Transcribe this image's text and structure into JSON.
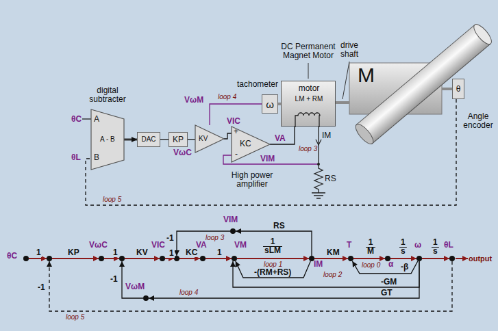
{
  "diagram": {
    "nodes": [
      {
        "text": [
          "digital subtracter",
          "A",
          "B",
          "A - B"
        ]
      },
      {
        "text": [
          "DAC"
        ]
      },
      {
        "text": [
          "KP"
        ]
      },
      {
        "text": [
          "KV"
        ]
      },
      {
        "text": [
          "KC",
          "+",
          "-"
        ]
      },
      {
        "text": [
          "tachometer",
          "ω"
        ]
      },
      {
        "text": [
          "motor",
          "LM + RM"
        ]
      },
      {
        "text": [
          "M"
        ]
      },
      {
        "text": [
          "θ",
          "Angle encoder"
        ]
      },
      {
        "text": [
          "θC"
        ]
      },
      {
        "text": []
      },
      {
        "text": [
          "VωC"
        ]
      },
      {
        "text": []
      },
      {
        "text": [
          "VIC"
        ]
      },
      {
        "text": []
      },
      {
        "text": [
          "VA"
        ]
      },
      {
        "text": [
          "VM"
        ]
      },
      {
        "text": [
          "IM"
        ]
      },
      {
        "text": [
          "T"
        ]
      },
      {
        "text": [
          "α"
        ]
      },
      {
        "text": [
          "ω"
        ]
      },
      {
        "text": [
          "θL"
        ]
      },
      {
        "text": [
          "VIM"
        ]
      },
      {
        "text": [
          "VωM"
        ]
      }
    ],
    "edges": [
      {
        "from": 0,
        "to": 1,
        "arrow": "to"
      },
      {
        "from": 1,
        "to": 2,
        "arrow": "none"
      },
      {
        "from": 2,
        "to": 3,
        "arrow": "none",
        "label": "VωC"
      },
      {
        "from": 3,
        "to": 4,
        "arrow": "none",
        "label": "VIC"
      },
      {
        "from": 4,
        "to": 6,
        "arrow": "none",
        "label": "VA"
      },
      {
        "from": 5,
        "to": 3,
        "arrow": "none",
        "label": "VωM"
      },
      {
        "from": 5,
        "to": 6,
        "arrow": "none"
      },
      {
        "from": 6,
        "to": 7,
        "arrow": "none"
      },
      {
        "from": 7,
        "to": 8,
        "arrow": "none"
      },
      {
        "from": 8,
        "to": 0,
        "arrow": "none"
      },
      {
        "from": 9,
        "to": 10,
        "arrow": "to",
        "label": "1"
      },
      {
        "from": 10,
        "to": 11,
        "arrow": "to",
        "label": "KP"
      },
      {
        "from": 11,
        "to": 12,
        "arrow": "to",
        "label": "1"
      },
      {
        "from": 12,
        "to": 13,
        "arrow": "to",
        "label": "KV"
      },
      {
        "from": 13,
        "to": 14,
        "arrow": "to",
        "label": "1"
      },
      {
        "from": 14,
        "to": 15,
        "arrow": "to",
        "label": "KC"
      },
      {
        "from": 15,
        "to": 16,
        "arrow": "to",
        "label": "1"
      },
      {
        "from": 16,
        "to": 17,
        "arrow": "to",
        "label": "1 sLM"
      },
      {
        "from": 17,
        "to": 18,
        "arrow": "to",
        "label": "KM"
      },
      {
        "from": 18,
        "to": 19,
        "arrow": "to",
        "label": "1 M"
      },
      {
        "from": 19,
        "to": 20,
        "arrow": "to",
        "label": "1 s"
      },
      {
        "from": 20,
        "to": 21,
        "arrow": "to",
        "label": "1 s"
      },
      {
        "from": 17,
        "to": 16,
        "arrow": "to",
        "label": "-(RM+RS)"
      },
      {
        "from": 20,
        "to": 18,
        "arrow": "to",
        "label": "-β"
      },
      {
        "from": 20,
        "to": 16,
        "arrow": "to",
        "label": "-GM"
      },
      {
        "from": 20,
        "to": 23,
        "arrow": "to",
        "label": "GT"
      },
      {
        "from": 23,
        "to": 12,
        "arrow": "to",
        "label": "-1"
      },
      {
        "from": 17,
        "to": 22,
        "arrow": "to",
        "label": "RS"
      },
      {
        "from": 22,
        "to": 14,
        "arrow": "to",
        "label": "-1"
      },
      {
        "from": 21,
        "to": 10,
        "arrow": "to",
        "label": "-1"
      }
    ],
    "labels": [
      "θC",
      "θL",
      "loop 5",
      "loop 4",
      "loop 3",
      "DC Permanent Magnet Motor",
      "drive shaft",
      "IM",
      "RS",
      "VIM",
      "High power amplifier",
      "loop 3",
      "loop 1",
      "loop 2",
      "loop 0",
      "loop 4",
      "loop 5",
      "output"
    ]
  }
}
